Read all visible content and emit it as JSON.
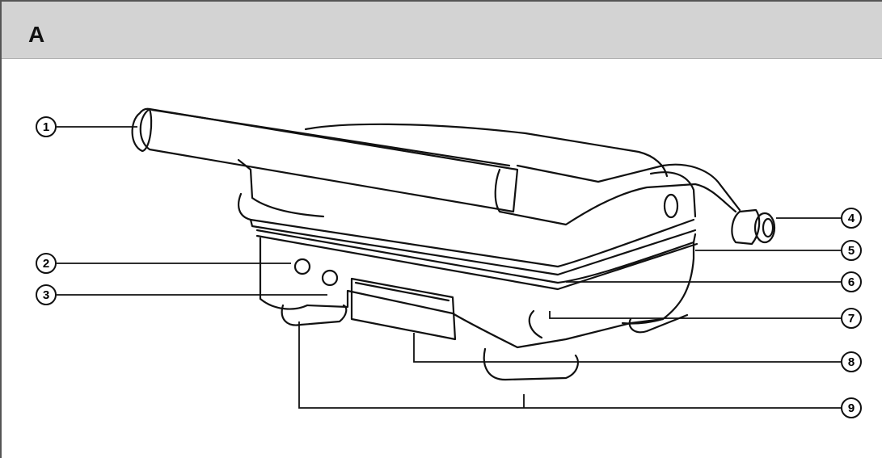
{
  "panel": {
    "letter": "A"
  },
  "callouts": [
    {
      "number": "1"
    },
    {
      "number": "2"
    },
    {
      "number": "3"
    },
    {
      "number": "4"
    },
    {
      "number": "5"
    },
    {
      "number": "6"
    },
    {
      "number": "7"
    },
    {
      "number": "8"
    },
    {
      "number": "9"
    }
  ]
}
